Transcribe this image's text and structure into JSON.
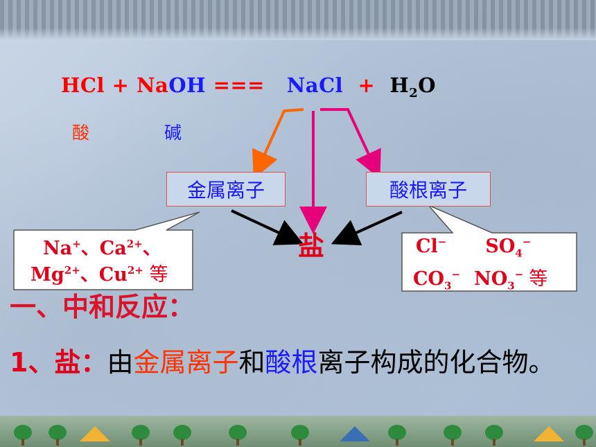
{
  "equation": {
    "hcl": "HCl",
    "plus1": " + ",
    "na": "Na",
    "oh": "OH",
    "arrow": " ===   ",
    "nacl": "NaCl",
    "plus2": "  +  ",
    "h": "H",
    "two": "2",
    "o": "O"
  },
  "labels": {
    "acid": "酸",
    "base": "碱"
  },
  "boxes": {
    "metal_ion": "金属离子",
    "acid_radical_ion": "酸根离子"
  },
  "salt": "盐",
  "left_callout": {
    "line1": [
      "Na",
      "+",
      "、Ca",
      "2+",
      "、"
    ],
    "line2": [
      "Mg",
      "2+",
      "、Cu",
      "2+",
      " 等"
    ]
  },
  "right_callout": {
    "cl": "Cl",
    "cl_sup": "−",
    "so": "SO",
    "so_sub": "4",
    "so_sup": "−",
    "co": "CO",
    "co_sub": "3",
    "co_sup": "−",
    "no": "NO",
    "no_sub": "3",
    "no_sup": "−",
    "etc": "等"
  },
  "heading": "一、中和反应：",
  "definition": {
    "num": "1、盐：",
    "t1": "由",
    "metal": "金属离子",
    "t2": "和",
    "acid": "酸根",
    "t3": "离子构成的化合物。"
  },
  "colors": {
    "orange_arrow": "#ff6600",
    "magenta_arrow": "#e6007a",
    "black_arrow": "#000000"
  }
}
